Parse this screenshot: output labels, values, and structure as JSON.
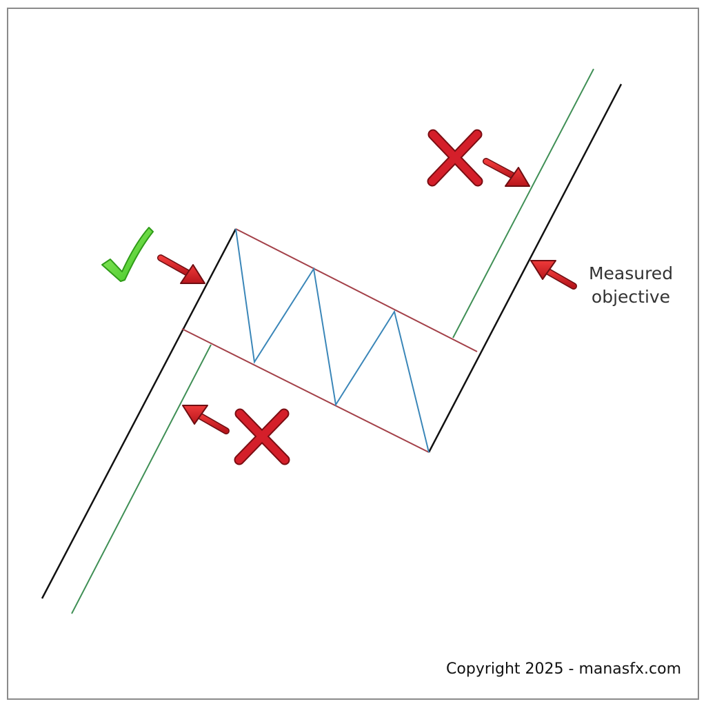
{
  "labels": {
    "measured_objective_line1": "Measured",
    "measured_objective_line2": "objective",
    "copyright": "Copyright 2025 - manasfx.com"
  },
  "colors": {
    "price_line": "#111111",
    "target_line": "#3f8f55",
    "channel": "#a34048",
    "zigzag": "#3a86b8",
    "arrow": "#d0232b",
    "cross": "#d41f2a",
    "check": "#5ee03a",
    "frame": "#8a8a8a"
  },
  "markers": {
    "correct_target": "check-icon",
    "wrong_targets": "cross-icon"
  }
}
